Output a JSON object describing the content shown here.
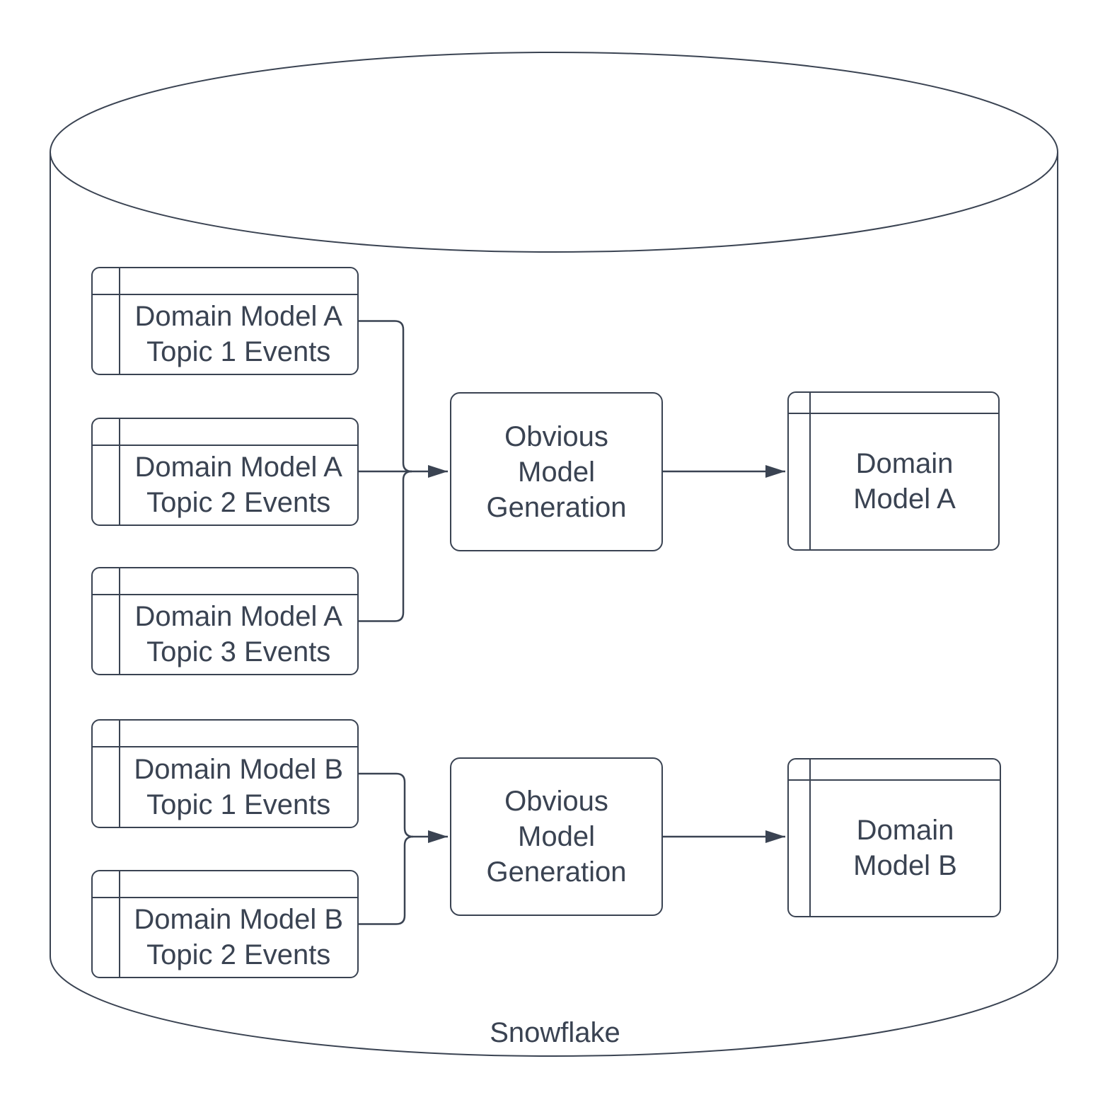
{
  "diagram": {
    "container_label": "Snowflake",
    "colors": {
      "stroke": "#3a4352",
      "fill": "#ffffff"
    },
    "groups": {
      "a": {
        "sources": [
          "Domain Model A\nTopic 1 Events",
          "Domain Model A\nTopic 2 Events",
          "Domain Model A\nTopic 3 Events"
        ],
        "process_label": "Obvious\nModel\nGeneration",
        "output_label": "Domain\nModel A"
      },
      "b": {
        "sources": [
          "Domain Model B\nTopic 1 Events",
          "Domain Model B\nTopic 2 Events"
        ],
        "process_label": "Obvious\nModel\nGeneration",
        "output_label": "Domain\nModel B"
      }
    }
  }
}
